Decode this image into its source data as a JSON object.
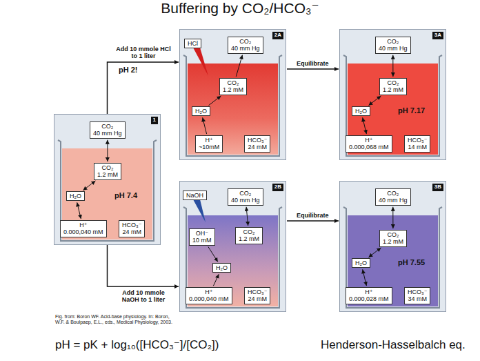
{
  "diagram": {
    "title": "Buffering by CO₂/HCO₃⁻",
    "nodes": [
      {
        "text": [
          "1"
        ]
      },
      {
        "text": [
          "CO₂",
          "40 mm Hg"
        ],
        "in": 0
      },
      {
        "text": [
          "CO₂",
          "1.2 mM"
        ],
        "in": 0
      },
      {
        "text": [
          "H₂O"
        ],
        "in": 0
      },
      {
        "text": [
          "H⁺",
          "0.000,040 mM"
        ],
        "in": 0
      },
      {
        "text": [
          "HCO₃⁻",
          "24 mM"
        ],
        "in": 0
      },
      {
        "text": [
          "2A"
        ]
      },
      {
        "text": [
          "HCl"
        ],
        "in": 6
      },
      {
        "text": [
          "CO₂",
          "40 mm Hg"
        ],
        "in": 6
      },
      {
        "text": [
          "CO₂",
          "1.2 mM"
        ],
        "in": 6
      },
      {
        "text": [
          "H₂O"
        ],
        "in": 6
      },
      {
        "text": [
          "H⁺",
          "~10mM"
        ],
        "in": 6
      },
      {
        "text": [
          "HCO₃⁻",
          "24 mM"
        ],
        "in": 6
      },
      {
        "text": [
          "3A"
        ]
      },
      {
        "text": [
          "CO₂",
          "40 mm Hg"
        ],
        "in": 13
      },
      {
        "text": [
          "CO₂",
          "1.2 mM"
        ],
        "in": 13
      },
      {
        "text": [
          "H₂O"
        ],
        "in": 13
      },
      {
        "text": [
          "H⁺",
          "0.000,068 mM"
        ],
        "in": 13
      },
      {
        "text": [
          "HCO₃⁻",
          "14 mM"
        ],
        "in": 13
      },
      {
        "text": [
          "2B"
        ]
      },
      {
        "text": [
          "NaOH"
        ],
        "in": 19
      },
      {
        "text": [
          "CO₂",
          "40 mm Hg"
        ],
        "in": 19
      },
      {
        "text": [
          "CO₂",
          "1.2 mM"
        ],
        "in": 19
      },
      {
        "text": [
          "OH⁻",
          "10 mM"
        ],
        "in": 19
      },
      {
        "text": [
          "H₂O"
        ],
        "in": 19
      },
      {
        "text": [
          "H⁺",
          "0.000,040 mM"
        ],
        "in": 19
      },
      {
        "text": [
          "HCO₃⁻",
          "24 mM"
        ],
        "in": 19
      },
      {
        "text": [
          "3B"
        ]
      },
      {
        "text": [
          "CO₂",
          "40 mm Hg"
        ],
        "in": 27
      },
      {
        "text": [
          "CO₂",
          "1.2 mM"
        ],
        "in": 27
      },
      {
        "text": [
          "H₂O"
        ],
        "in": 27
      },
      {
        "text": [
          "H⁺",
          "0.000,028 mM"
        ],
        "in": 27
      },
      {
        "text": [
          "HCO₃⁻",
          "34 mM"
        ],
        "in": 27
      }
    ],
    "edges": [
      {
        "from": 0,
        "to": 6,
        "arrow": "to",
        "label": "Add 10 mmole HCl to 1 liter"
      },
      {
        "from": 0,
        "to": 19,
        "arrow": "to",
        "label": "Add 10 mmole NaOH to 1 liter"
      },
      {
        "from": 6,
        "to": 13,
        "arrow": "to",
        "label": "Equilibrate"
      },
      {
        "from": 19,
        "to": 27,
        "arrow": "to",
        "label": "Equilibrate"
      },
      {
        "from": 1,
        "to": 2,
        "arrow": "both"
      },
      {
        "from": 2,
        "to": 3,
        "arrow": "both"
      },
      {
        "from": 3,
        "to": 4,
        "arrow": "both"
      },
      {
        "from": 11,
        "to": 10,
        "arrow": "to"
      },
      {
        "from": 10,
        "to": 9,
        "arrow": "to"
      },
      {
        "from": 9,
        "to": 8,
        "arrow": "to"
      },
      {
        "from": 14,
        "to": 15,
        "arrow": "both"
      },
      {
        "from": 15,
        "to": 16,
        "arrow": "both"
      },
      {
        "from": 16,
        "to": 17,
        "arrow": "both"
      },
      {
        "from": 21,
        "to": 22,
        "arrow": "both"
      },
      {
        "from": 23,
        "to": 24,
        "arrow": "to"
      },
      {
        "from": 25,
        "to": 24,
        "arrow": "to"
      },
      {
        "from": 28,
        "to": 29,
        "arrow": "both"
      },
      {
        "from": 29,
        "to": 30,
        "arrow": "both"
      },
      {
        "from": 30,
        "to": 31,
        "arrow": "both"
      }
    ],
    "labels": [
      "pH 7.4",
      "pH 2!",
      "pH 7.17",
      "pH 7.55",
      "Fig. from: Boron WF. Acid-base physiology. In: Boron, W.F. & Boulpaep, E.L., eds., Medical Physiology, 2003.",
      "pH = pK + log₁₀([HCO₃⁻]/[CO₂])",
      "Henderson-Hasselbalch eq."
    ]
  }
}
